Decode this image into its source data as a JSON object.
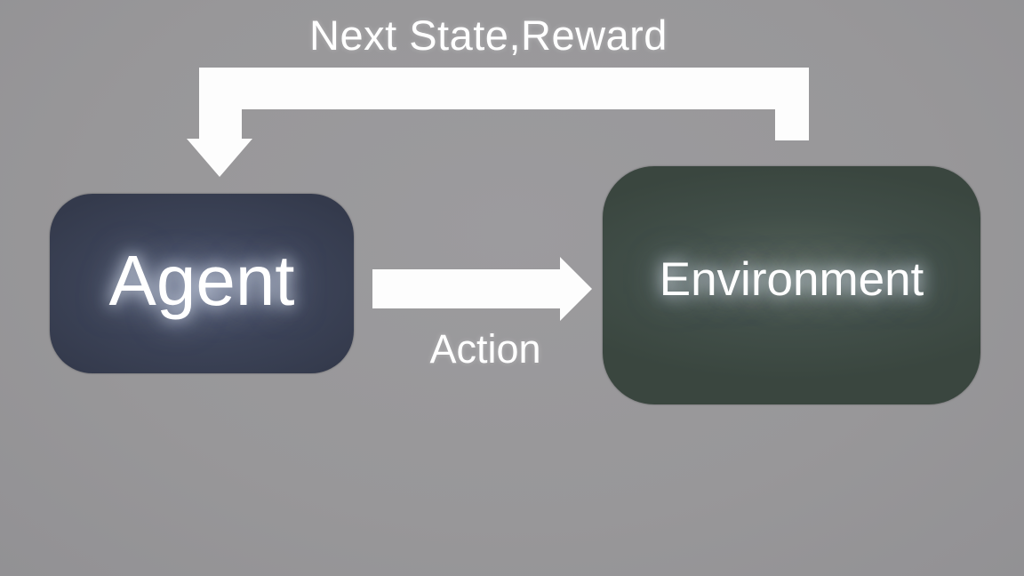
{
  "diagram": {
    "title": "Next State,Reward",
    "action_label": "Action",
    "nodes": {
      "agent": {
        "label": "Agent"
      },
      "environment": {
        "label": "Environment"
      }
    },
    "arrows": {
      "feedback": {
        "from": "environment",
        "to": "agent",
        "label": "Next State,Reward"
      },
      "action": {
        "from": "agent",
        "to": "environment",
        "label": "Action"
      }
    },
    "colors": {
      "background": "#98979a",
      "agent_box": "#3c4357",
      "environment_box": "#414e48",
      "arrow": "#fdfdfd",
      "text": "#ffffff"
    }
  }
}
